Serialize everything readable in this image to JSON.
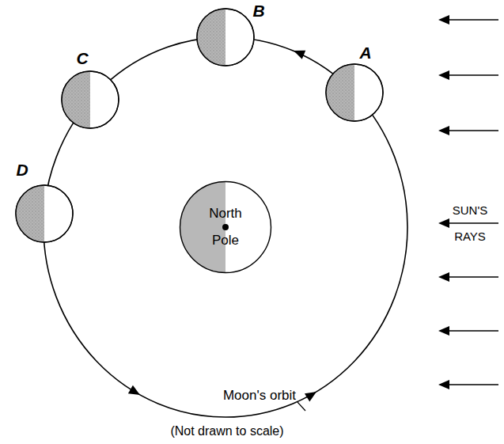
{
  "diagram": {
    "nodes": [
      {
        "text": [
          "North Pole"
        ]
      }
    ],
    "labels": [
      "A",
      "B",
      "C",
      "D",
      "SUN'S",
      "RAYS",
      "Moon's orbit",
      "(Not drawn to scale)"
    ]
  }
}
